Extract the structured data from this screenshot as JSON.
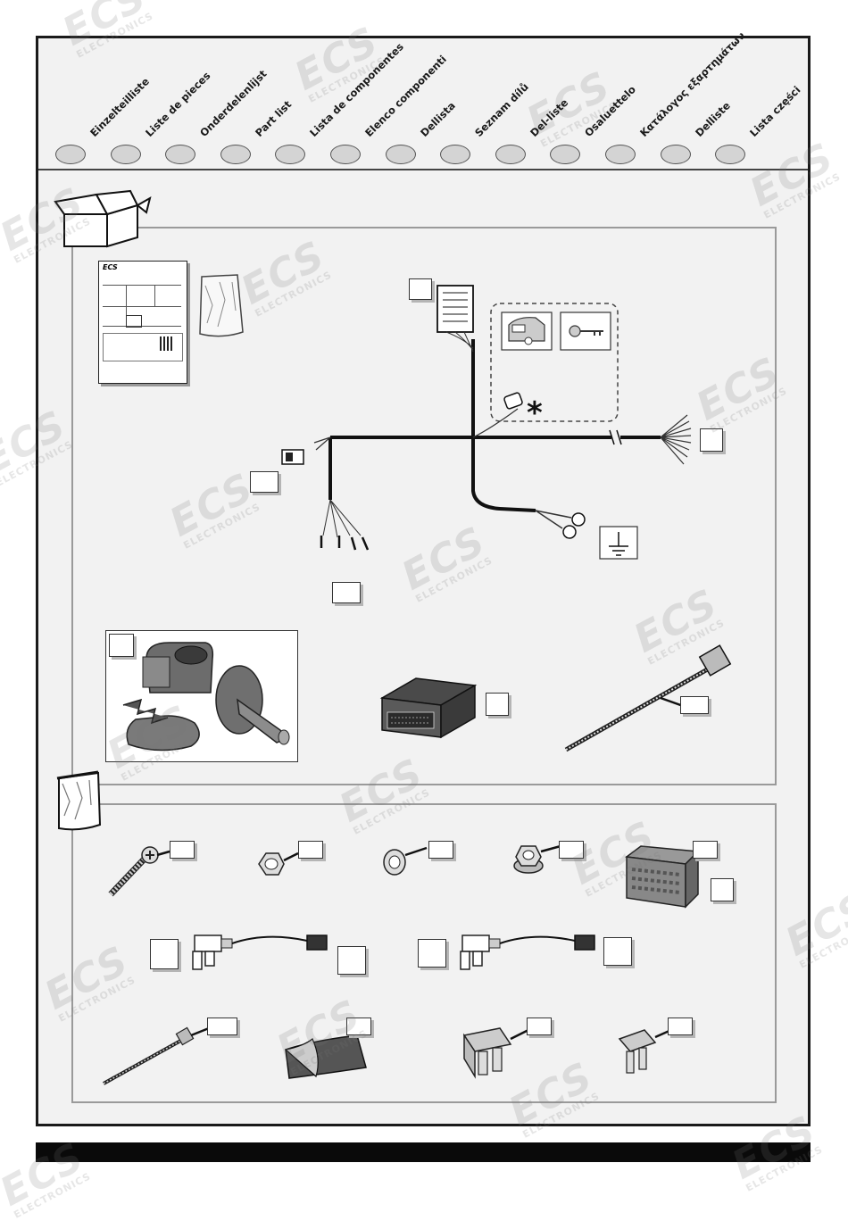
{
  "languages": [
    "Einzelteilliste",
    "Liste de pieces",
    "Onderdelenlijst",
    "Part list",
    "Lista de componentes",
    "Elenco componenti",
    "Dellista",
    "Seznam dílů",
    "Del-liste",
    "Osaluettelo",
    "Κατάλογος εξαρτημάτων",
    "Delliste",
    "Lista części"
  ],
  "watermark": {
    "brand": "ECS",
    "sub": "ELECTRONICS"
  },
  "logo": "ECS",
  "asterisk": "*",
  "colors": {
    "frame": "#1a1a1a",
    "panel_bg": "#f2f2f2",
    "footer": "#0a0a0a",
    "dot": "#d4d4d4"
  }
}
